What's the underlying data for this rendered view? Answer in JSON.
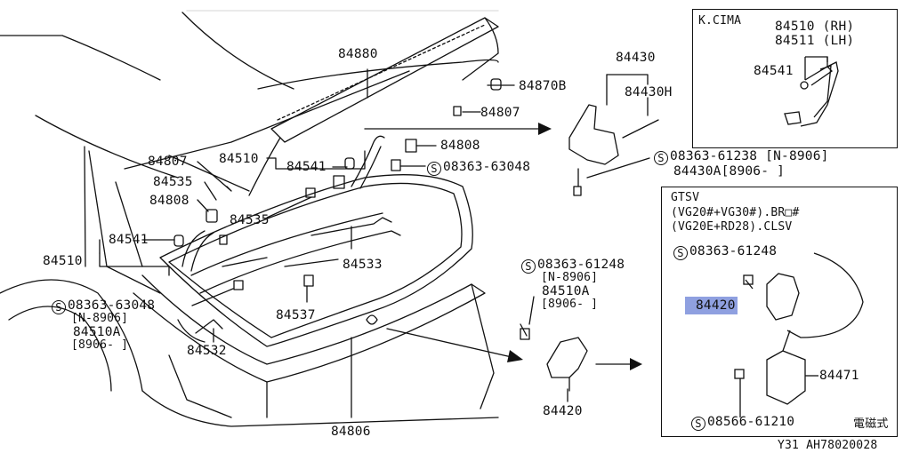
{
  "labels": {
    "p84880": "84880",
    "p84870b": "84870B",
    "p84807_top": "84807",
    "p84808_mid": "84808",
    "p08363_63048_top": "08363-63048",
    "p84510_mid": "84510",
    "p84541_mid": "84541",
    "p84807_left": "84807",
    "p84535_a": "84535",
    "p84808_left": "84808",
    "p84535_b": "84535",
    "p84541_left": "84541",
    "p84510_left": "84510",
    "p08363_63048_left": "08363-63048",
    "n8906_left": "[N-8906]",
    "p84510a_left": "84510A",
    "d8906_left": "[8906-  ]",
    "p84533": "84533",
    "p84537": "84537",
    "p84532": "84532",
    "p84806": "84806",
    "p84430": "84430",
    "p84430h": "84430H",
    "p08363_61238": "08363-61238 [N-8906]",
    "p84430a": "84430A[8906-  ]",
    "p08363_61248_mid": "08363-61248",
    "n8906_mid": "[N-8906]",
    "p84510a_mid": "84510A",
    "d8906_mid": "[8906-  ]",
    "p84420_bottom": "84420"
  },
  "symbols": {
    "s_left": "S",
    "s_top": "S",
    "s_mid": "S",
    "s_rh": "S",
    "s_gtsv1": "S",
    "s_gtsv2": "S"
  },
  "kcima_box": {
    "title": "K.CIMA",
    "rh": "84510 (RH)",
    "lh": "84511 (LH)",
    "p84541": "84541"
  },
  "gtsv_box": {
    "title": "GTSV",
    "line1": "(VG20#+VG30#).BR□#",
    "line2": "(VG20E+RD28).CLSV",
    "bolt1": "08363-61248",
    "p84420": "84420",
    "p84471": "84471",
    "bolt2": "08566-61210",
    "note": "電磁式"
  },
  "footer": {
    "code": "Y31  AH78020028"
  }
}
